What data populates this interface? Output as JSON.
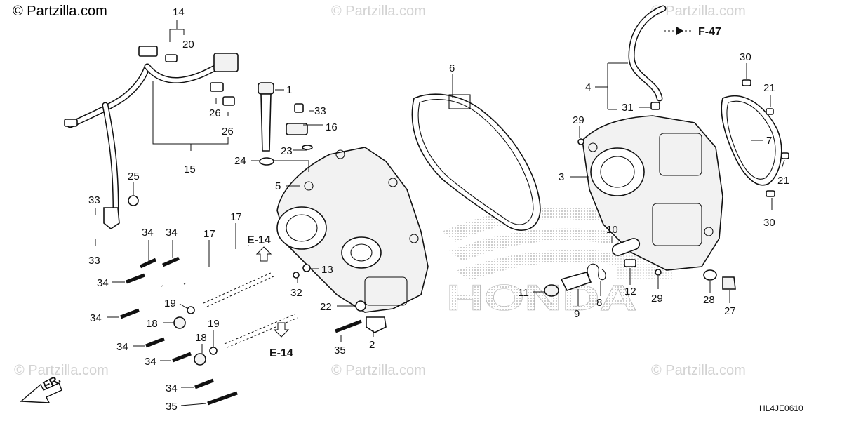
{
  "header": {
    "brand": "© Partzilla.com"
  },
  "watermarks": [
    "© Partzilla.com",
    "© Partzilla.com",
    "© Partzilla.com",
    "© Partzilla.com",
    "© Partzilla.com"
  ],
  "background_logo": "HONDA",
  "diagram_code": "HL4JE0610",
  "direction_label": "FR.",
  "section_refs": {
    "top": "E-14",
    "bottom": "E-14",
    "right": "F-47"
  },
  "callouts": {
    "c14": "14",
    "c20": "20",
    "c1": "1",
    "c33a": "33",
    "c16": "16",
    "c26a": "26",
    "c26b": "26",
    "c15": "15",
    "c23": "23",
    "c24": "24",
    "c25": "25",
    "c5": "5",
    "c33b": "33",
    "c33c": "33",
    "c34a": "34",
    "c34b": "34",
    "c17a": "17",
    "c17b": "17",
    "c34c": "34",
    "c13": "13",
    "c32": "32",
    "c19a": "19",
    "c22": "22",
    "c34d": "34",
    "c18a": "18",
    "c19b": "19",
    "c18b": "18",
    "c34e": "34",
    "c34f": "34",
    "c34g": "34",
    "c35a": "35",
    "c35b": "35",
    "c2": "2",
    "c6": "6",
    "c4": "4",
    "c31": "31",
    "c29a": "29",
    "c3": "3",
    "c30a": "30",
    "c21a": "21",
    "c7": "7",
    "c21b": "21",
    "c30b": "30",
    "c10": "10",
    "c11": "11",
    "c9": "9",
    "c8": "8",
    "c12": "12",
    "c29b": "29",
    "c28": "28",
    "c27": "27"
  }
}
